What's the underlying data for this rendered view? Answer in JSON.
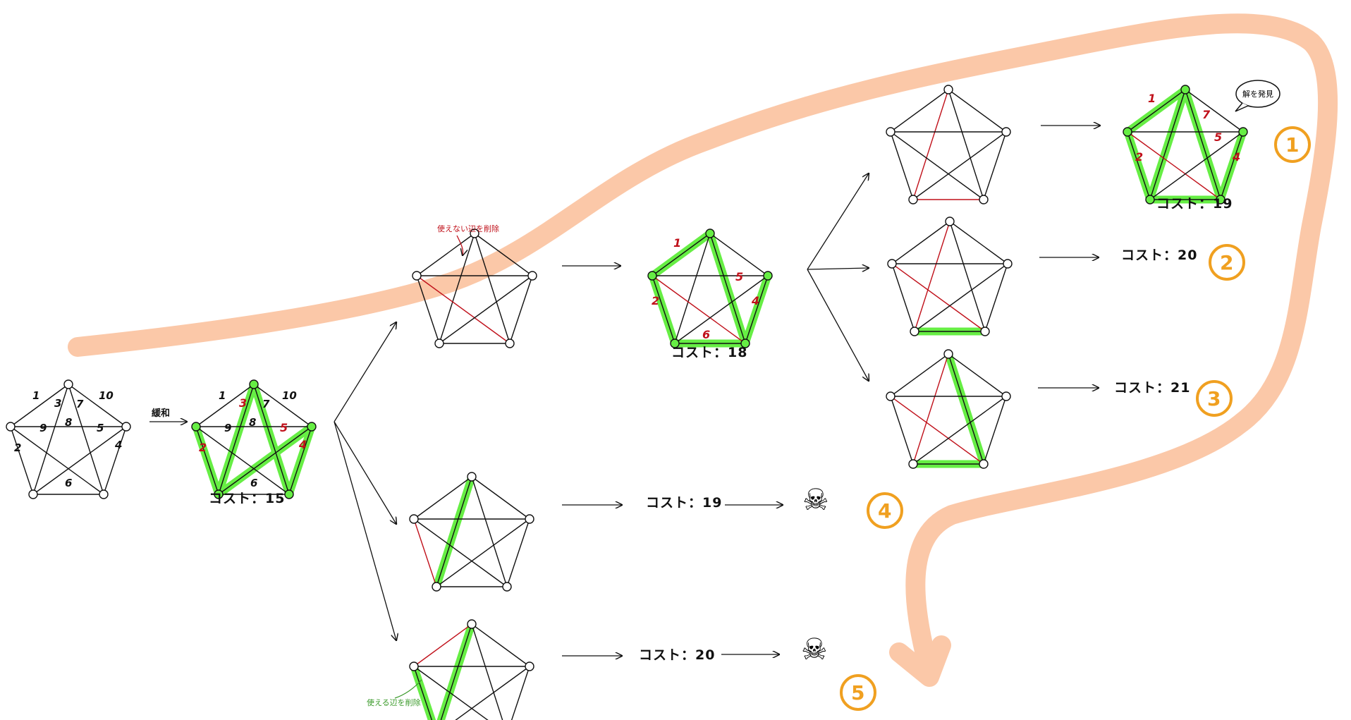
{
  "relax_label": "緩和",
  "found_label": "解を発見",
  "note_red": "使えない辺を削除",
  "note_green": "使える辺を削除",
  "skull": "☠",
  "costs": {
    "root": "コスト：15",
    "level2_top": "コスト：18",
    "level2_mid": "コスト：19",
    "level2_bot": "コスト：20",
    "leaf1": "コスト：19",
    "leaf2": "コスト：20",
    "leaf3": "コスト：21"
  },
  "edge_weights": {
    "v0v1": "1",
    "v0v4": "10",
    "v1v3": "3",
    "v1v2": "2",
    "v2v3": "6",
    "v3v4": "4",
    "v0v2": "7",
    "v1v4": "8",
    "v2v4": "9",
    "v0v3": "5"
  },
  "order_numbers": [
    "1",
    "2",
    "3",
    "4",
    "5"
  ],
  "colors": {
    "green": "#66ee44",
    "red_edge": "#c0101a",
    "orange_path": "#fbc8a8",
    "order_circle": "#f0a020"
  }
}
